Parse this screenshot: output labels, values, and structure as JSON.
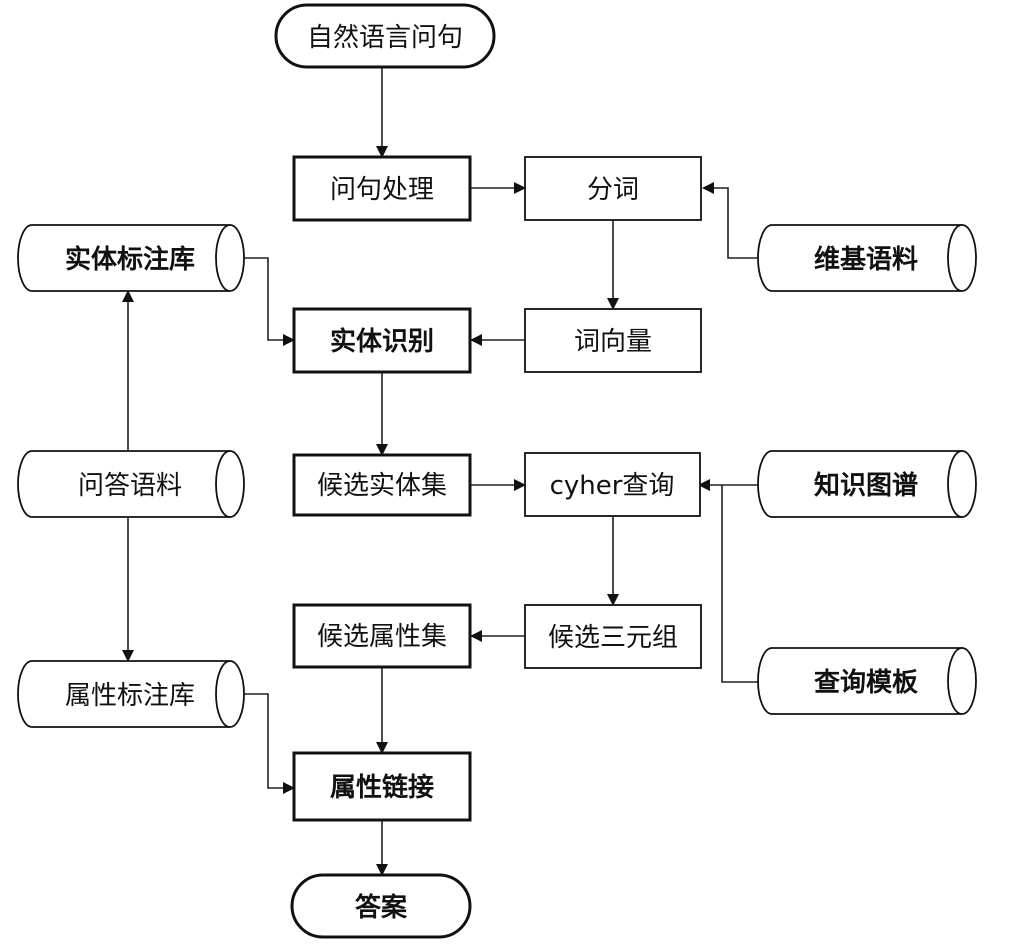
{
  "nodes": {
    "start": "自然语言问句",
    "question_processing": "问句处理",
    "segmentation": "分词",
    "wiki_corpus": "维基语料",
    "entity_lib": "实体标注库",
    "entity_recognition": "实体识别",
    "word_vector": "词向量",
    "qa_corpus": "问答语料",
    "candidate_entities": "候选实体集",
    "cypher_query": "cyher查询",
    "knowledge_graph": "知识图谱",
    "candidate_attributes": "候选属性集",
    "candidate_triples": "候选三元组",
    "query_template": "查询模板",
    "attribute_lib": "属性标注库",
    "attribute_linking": "属性链接",
    "answer": "答案"
  }
}
